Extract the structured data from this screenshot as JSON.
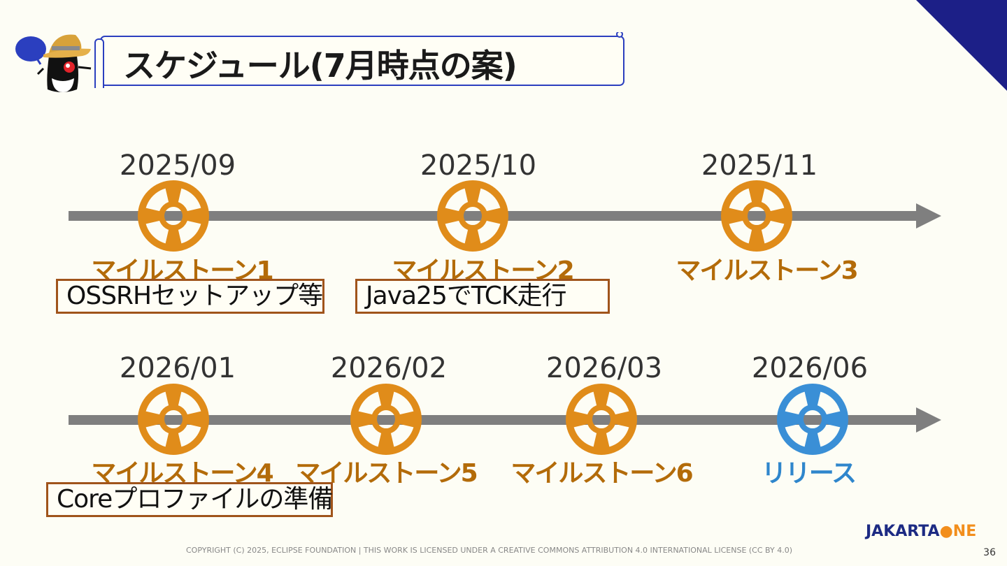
{
  "title": "スケジュール(7月時点の案)",
  "colors": {
    "milestone": "#b36b09",
    "buoy_orange": "#e08c1a",
    "buoy_blue": "#3a8fd6",
    "release": "#2f86cc",
    "accent": "#1c1f87",
    "timeline": "#7f7f7f"
  },
  "row1": {
    "dates": [
      "2025/09",
      "2025/10",
      "2025/11"
    ],
    "milestones": [
      "マイルストーン1",
      "マイルストーン2",
      "マイルストーン3"
    ],
    "notes": [
      "OSSRHセットアップ等",
      "Java25でTCK走行"
    ]
  },
  "row2": {
    "dates": [
      "2026/01",
      "2026/02",
      "2026/03",
      "2026/06"
    ],
    "milestones": [
      "マイルストーン4",
      "マイルストーン5",
      "マイルストーン6",
      "リリース"
    ],
    "notes": [
      "Coreプロファイルの準備"
    ]
  },
  "footer": "COPYRIGHT (C) 2025, ECLIPSE FOUNDATION | THIS WORK IS LICENSED UNDER A CREATIVE COMMONS ATTRIBUTION 4.0 INTERNATIONAL LICENSE (CC BY 4.0)",
  "page_number": "36",
  "logo": {
    "left": "JAKARTA",
    "right": "NE"
  }
}
